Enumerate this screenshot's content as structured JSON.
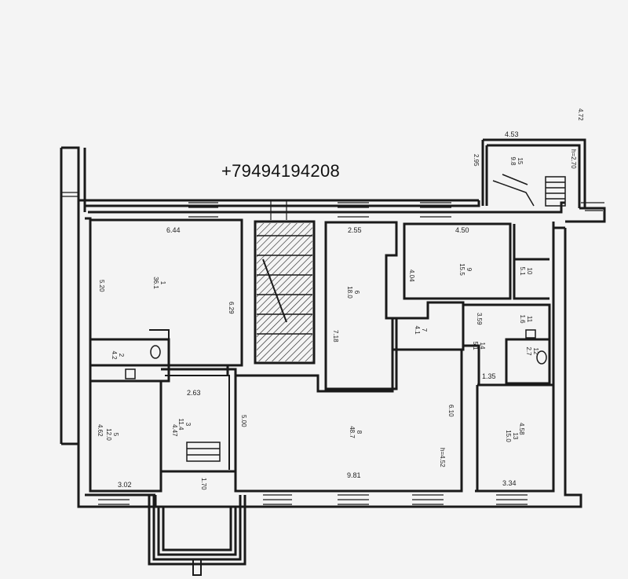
{
  "contact": {
    "phone": "+79494194208"
  },
  "plan": {
    "wall_color": "#1a1a1a",
    "background": "#f4f4f4",
    "dimensions": {
      "r1_width": "6.44",
      "r1_height": "5.20",
      "r1_side": "6.29",
      "r6_width": "2.55",
      "r6_height": "7.18",
      "r9_width": "4.50",
      "r9_side": "4.04",
      "r4_height": "4.62",
      "r4_width": "3.02",
      "r3_width": "2.63",
      "r3_side": "4.47",
      "corridor_side": "5.00",
      "r2_small": "1.70",
      "r8_width": "9.81",
      "r8_side": "6.10",
      "r8_h": "h=4.52",
      "r13_side": "4.58",
      "r13_width": "3.34",
      "r14_side": "3.59",
      "r14_small": "1.35",
      "stair_width": "4.53",
      "stair_height": "2.95",
      "stair_h": "h=2.70",
      "top_right": "4.72"
    },
    "rooms": [
      {
        "id": "r1",
        "number": "1",
        "area": "36.1"
      },
      {
        "id": "r2",
        "number": "2",
        "area": "4.2"
      },
      {
        "id": "r3",
        "number": "3",
        "area": "11.4"
      },
      {
        "id": "r4",
        "number": "5",
        "area": "12.0"
      },
      {
        "id": "r6",
        "number": "6",
        "area": "18.0"
      },
      {
        "id": "r7",
        "number": "7",
        "area": "4.1"
      },
      {
        "id": "r8",
        "number": "8",
        "area": "48.7"
      },
      {
        "id": "r9",
        "number": "9",
        "area": "15.5"
      },
      {
        "id": "r10",
        "number": "10",
        "area": "5.1"
      },
      {
        "id": "r11",
        "number": "11",
        "area": "1.6"
      },
      {
        "id": "r12",
        "number": "12",
        "area": "2.7"
      },
      {
        "id": "r13",
        "number": "13",
        "area": "15.0"
      },
      {
        "id": "r14",
        "number": "14",
        "area": "5.1"
      },
      {
        "id": "r15",
        "number": "15",
        "area": "9.8"
      }
    ]
  }
}
